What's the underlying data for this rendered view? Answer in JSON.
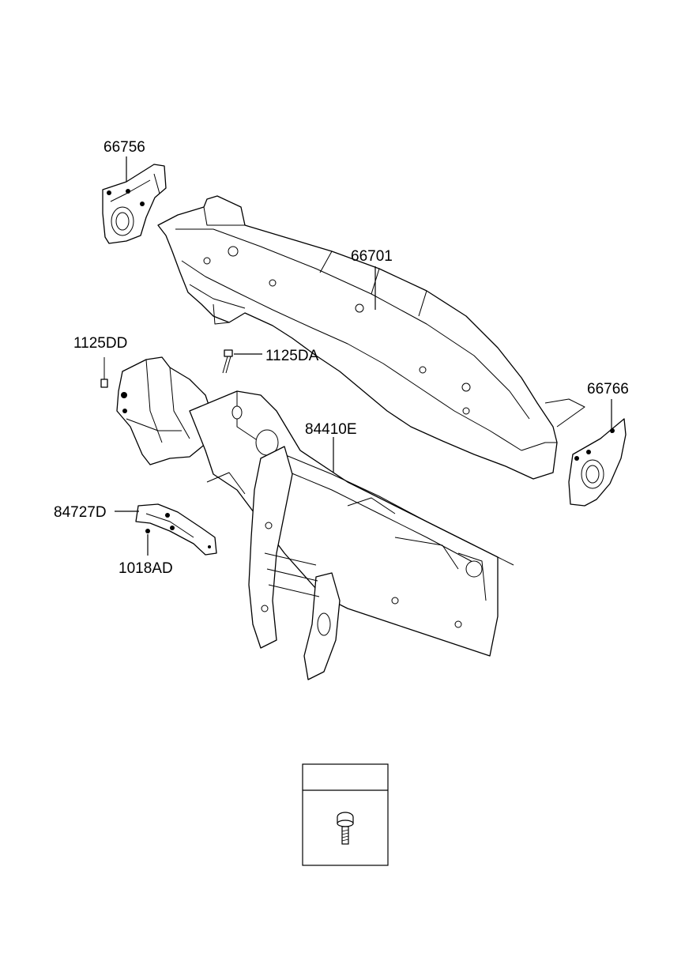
{
  "labels": {
    "part_66756": "66756",
    "part_66701": "66701",
    "part_1125DD": "1125DD",
    "part_1125DA": "1125DA",
    "part_66766": "66766",
    "part_84410E": "84410E",
    "part_84727D": "84727D",
    "part_1018AD": "1018AD"
  },
  "legend_box": {
    "header_text": ""
  }
}
